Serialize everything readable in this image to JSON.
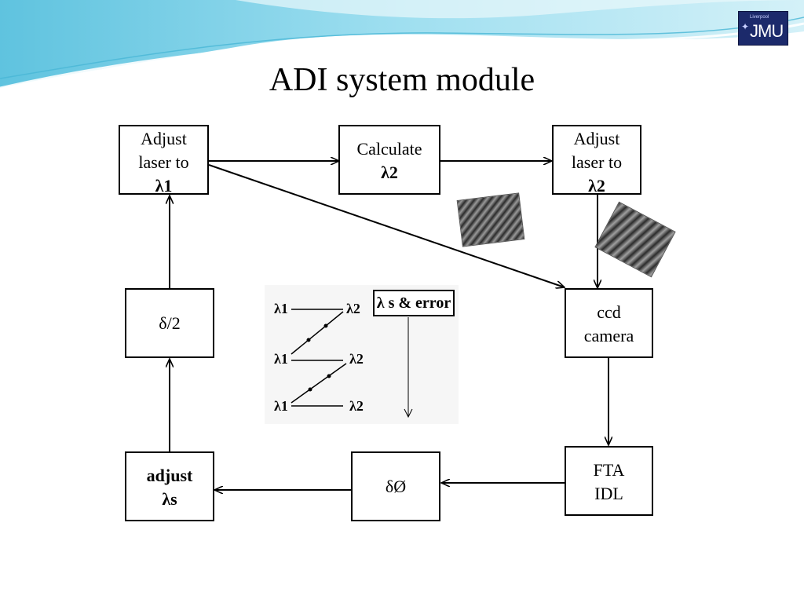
{
  "slide": {
    "title": "ADI system module",
    "logo": {
      "small_text": "Liverpool",
      "main_text": "JMU"
    }
  },
  "boxes": {
    "adjust_l1": {
      "line1": "Adjust",
      "line2": "laser to",
      "line3": "λ1"
    },
    "calculate_l2": {
      "line1": "Calculate",
      "line2": "λ2"
    },
    "adjust_l2": {
      "line1": "Adjust",
      "line2": "laser to",
      "line3": "λ2"
    },
    "ccd": {
      "line1": "ccd",
      "line2": "camera"
    },
    "fta": {
      "line1": "FTA",
      "line2": "IDL"
    },
    "delta_phi": {
      "line1": "δØ"
    },
    "adjust_s": {
      "line1": "adjust",
      "line2": "λs"
    },
    "delta_half": {
      "line1": "δ/2"
    }
  },
  "inset": {
    "legend": "λ s & error",
    "labels": [
      {
        "left": "λ1",
        "right": "λ2"
      },
      {
        "left": "λ1",
        "right": "λ2"
      },
      {
        "left": "λ1",
        "right": "λ2"
      }
    ]
  },
  "colors": {
    "wave_light": "#bfe9f2",
    "wave_mid": "#7fd0e6",
    "wave_dark": "#48b6d6",
    "logo": "#1c2a6b"
  }
}
